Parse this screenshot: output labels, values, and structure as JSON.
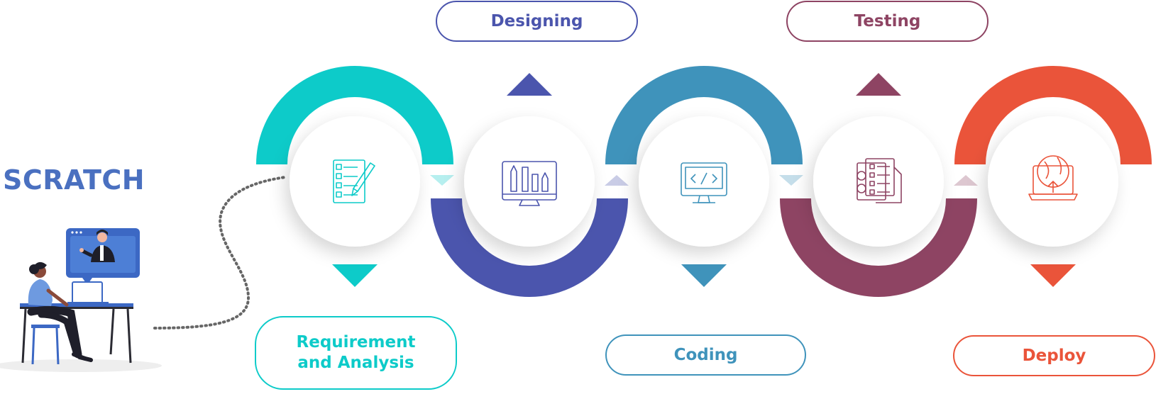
{
  "start_label": "SCRATCH",
  "stages": [
    {
      "key": "requirement",
      "label": "Requirement and Analysis",
      "color": "#0dcbc9",
      "icon": "checklist-pencil-icon"
    },
    {
      "key": "designing",
      "label": "Designing",
      "color": "#4b55ad",
      "icon": "design-tools-monitor-icon"
    },
    {
      "key": "coding",
      "label": "Coding",
      "color": "#3f93bb",
      "icon": "code-monitor-icon"
    },
    {
      "key": "testing",
      "label": "Testing",
      "color": "#8e4463",
      "icon": "test-report-icon"
    },
    {
      "key": "deploy",
      "label": "Deploy",
      "color": "#ea543a",
      "icon": "globe-upload-laptop-icon"
    }
  ],
  "illustration": "person-at-desk-video-call-icon"
}
